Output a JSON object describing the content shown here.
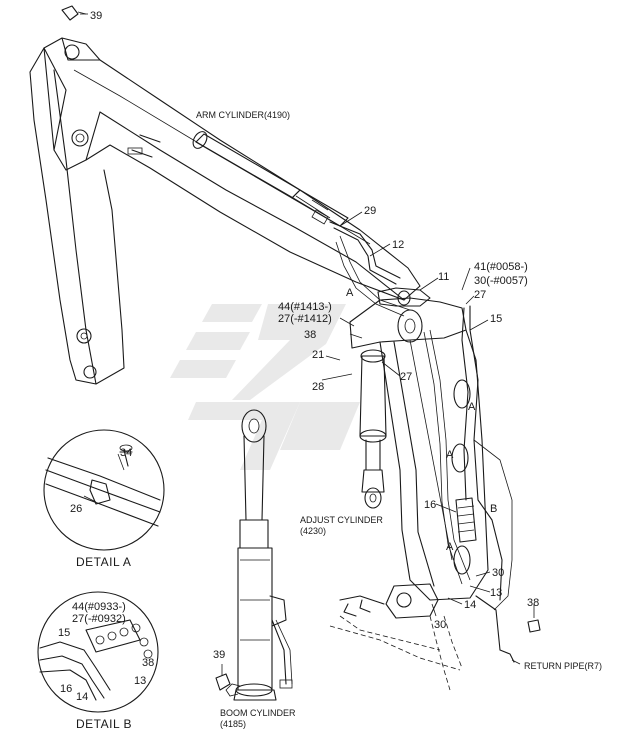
{
  "labels": {
    "arm_cylinder": "ARM CYLINDER(4190)",
    "adjust_cylinder_1": "ADJUST CYLINDER",
    "adjust_cylinder_2": "(4230)",
    "boom_cylinder_1": "BOOM CYLINDER",
    "boom_cylinder_2": "(4185)",
    "return_pipe": "RETURN PIPE(R7)",
    "detail_a": "DETAIL  A",
    "detail_b": "DETAIL  B"
  },
  "callouts": {
    "c39_top": "39",
    "c29": "29",
    "c12": "12",
    "c11": "11",
    "c41": "41(#0058-)",
    "c30_range": "30(-#0057)",
    "c27_right": "27",
    "c44": "44(#1413-)",
    "c27_range": "27(-#1412)",
    "c38_mid": "38",
    "c21": "21",
    "c28": "28",
    "c27_mid": "27",
    "c15": "15",
    "c16": "16",
    "c30_low": "30",
    "c13": "13",
    "c14": "14",
    "c30_bottom": "30",
    "c38_right": "38",
    "c39_left": "39",
    "a34": "34",
    "a26": "26",
    "b44": "44(#0933-)",
    "b27": "27(-#0932)",
    "b15": "15",
    "b38": "38",
    "b16": "16",
    "b14": "14",
    "b13": "13"
  },
  "markers": {
    "a1": "A",
    "a2": "A",
    "a3": "A",
    "a4": "A",
    "a5": "A",
    "b1": "B"
  }
}
